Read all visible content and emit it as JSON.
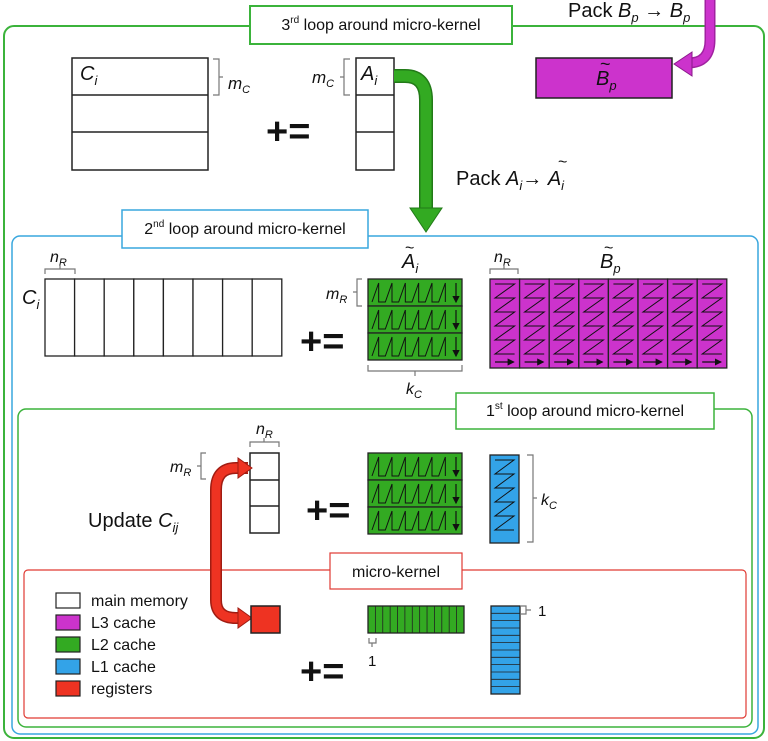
{
  "loops": {
    "third": {
      "sup": "rd",
      "pre": "3",
      "rest": " loop around micro-kernel"
    },
    "second": {
      "sup": "nd",
      "pre": "2",
      "rest": " loop around micro-kernel"
    },
    "first": {
      "sup": "st",
      "pre": "1",
      "rest": " loop around micro-kernel"
    },
    "micro": "micro-kernel"
  },
  "pack_b": {
    "word": "Pack",
    "src": "B",
    "src_sub": "p",
    "arrow": "→",
    "dst": "B",
    "dst_sub": "p"
  },
  "pack_a": {
    "word": "Pack",
    "src": "A",
    "src_sub": "i",
    "arrow": "→",
    "dst": "A",
    "dst_sub": "i"
  },
  "symbols": {
    "C": "C",
    "i": "i",
    "A": "A",
    "B": "B",
    "p": "p",
    "m": "m",
    "n": "n",
    "k": "k",
    "C_sub": "C",
    "R_sub": "R",
    "plus_eq": "+=",
    "tilde": "~",
    "one": "1"
  },
  "update": {
    "word": "Update",
    "var": "C",
    "sub": "ij"
  },
  "legend": [
    {
      "label": "main memory",
      "color": "#ffffff"
    },
    {
      "label": "L3 cache",
      "color": "#cc33cc"
    },
    {
      "label": "L2 cache",
      "color": "#33aa22"
    },
    {
      "label": "L1 cache",
      "color": "#33a3e8"
    },
    {
      "label": "registers",
      "color": "#ee3322"
    }
  ],
  "colors": {
    "loop3_border": "#3bb33b",
    "loop2_border": "#39a7de",
    "loop1_border": "#3bb33b",
    "micro_border": "#e03a33",
    "l3": "#cc33cc",
    "l2": "#33aa22",
    "l1": "#33a3e8",
    "reg": "#ee3322"
  }
}
